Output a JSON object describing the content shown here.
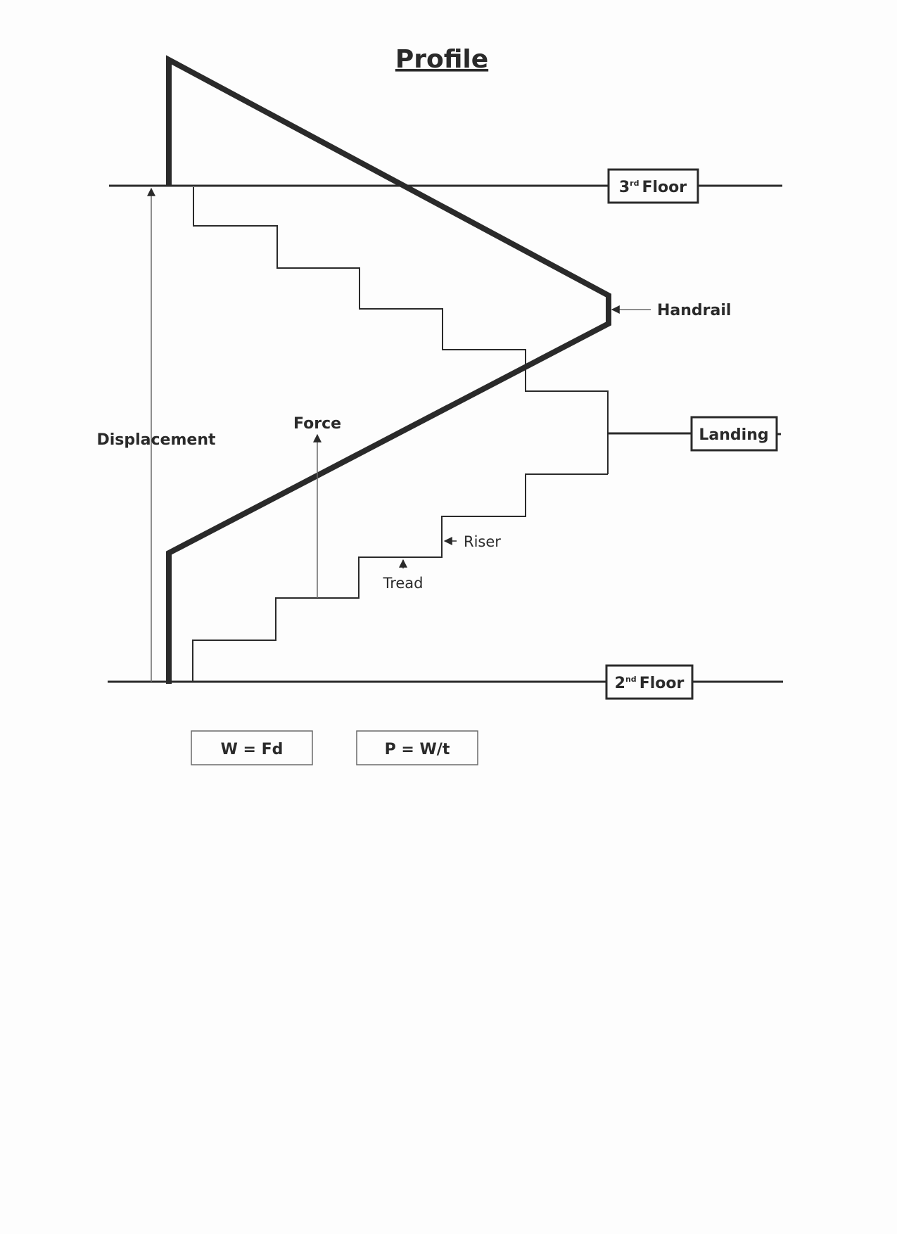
{
  "title": "Profile",
  "floors": {
    "third": {
      "num": "3",
      "sup": "rd",
      "label": "Floor"
    },
    "second": {
      "num": "2",
      "sup": "nd",
      "label": "Floor"
    }
  },
  "labels": {
    "handrail": "Handrail",
    "landing": "Landing",
    "displacement": "Displacement",
    "force": "Force",
    "riser": "Riser",
    "tread": "Tread"
  },
  "formulas": {
    "work": "W = Fd",
    "power": "P = W/t"
  }
}
